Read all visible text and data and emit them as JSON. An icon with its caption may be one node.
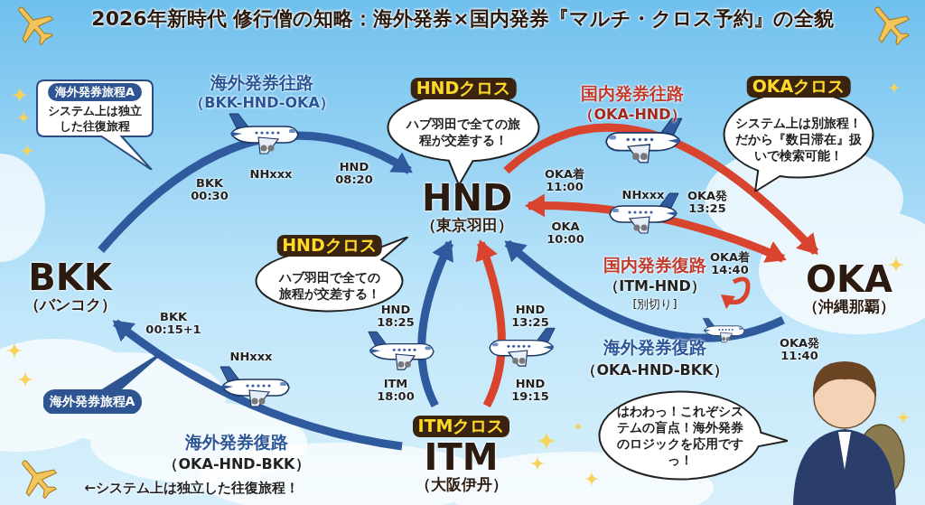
{
  "diagram": {
    "title": "2026年新時代 修行僧の知略：海外発券×国内発券『マルチ・クロス予約』の全貌",
    "nodes": [
      {
        "text": [
          "BKK",
          "（バンコク）"
        ]
      },
      {
        "text": [
          "HND",
          "（東京羽田）"
        ]
      },
      {
        "text": [
          "OKA",
          "（沖縄那覇）"
        ]
      },
      {
        "text": [
          "ITMクロス",
          "ITM",
          "（大阪伊丹）"
        ]
      },
      {
        "text": [
          "海外発券旅程A",
          "システム上は独立した往復旅程"
        ]
      },
      {
        "text": [
          "HNDクロス",
          "ハブ羽田で全ての旅程が交差する！"
        ]
      },
      {
        "text": [
          "HNDクロス",
          "ハブ羽田で全ての旅程が交差する！"
        ]
      },
      {
        "text": [
          "OKAクロス",
          "システム上は別旅程！だから『数日滞在』扱いで検索可能！"
        ]
      },
      {
        "text": [
          "海外発券旅程A"
        ]
      },
      {
        "text": [
          "はわわっ！これぞシステムの盲点！海外発券のロジックを応用ですっ！"
        ]
      }
    ],
    "edges": [
      {
        "from": 0,
        "to": 1,
        "arrow": "to"
      },
      {
        "from": 1,
        "to": 2,
        "arrow": "to",
        "color": "#d9442f"
      },
      {
        "from": 1,
        "to": 2,
        "arrow": "both",
        "color": "#d9442f"
      },
      {
        "from": 2,
        "to": 1,
        "arrow": "to"
      },
      {
        "from": 3,
        "to": 1,
        "arrow": "to"
      },
      {
        "from": 3,
        "to": 1,
        "arrow": "to",
        "color": "#d9442f"
      },
      {
        "from": 3,
        "to": 0,
        "arrow": "to"
      }
    ],
    "labels": [
      "海外発券往路",
      "（BKK-HND-OKA）",
      "BKK 00:30",
      "NHxxx",
      "HND 08:20",
      "国内発券往路",
      "（OKA-HND）",
      "OKA着 11:00",
      "NHxxx",
      "OKA発 13:25",
      "OKA 10:00",
      "OKA着 14:40",
      "国内発券復路",
      "（ITM-HND）",
      "[別切り]",
      "OKA発 11:40",
      "海外発券復路",
      "（OKA-HND-BKK）",
      "HND 18:25",
      "ITM 18:00",
      "HND 13:25",
      "HND 19:15",
      "BKK 00:15+1",
      "NHxxx",
      "海外発券復路",
      "（OKA-HND-BKK）",
      "←システム上は独立した往復旅程！"
    ]
  }
}
